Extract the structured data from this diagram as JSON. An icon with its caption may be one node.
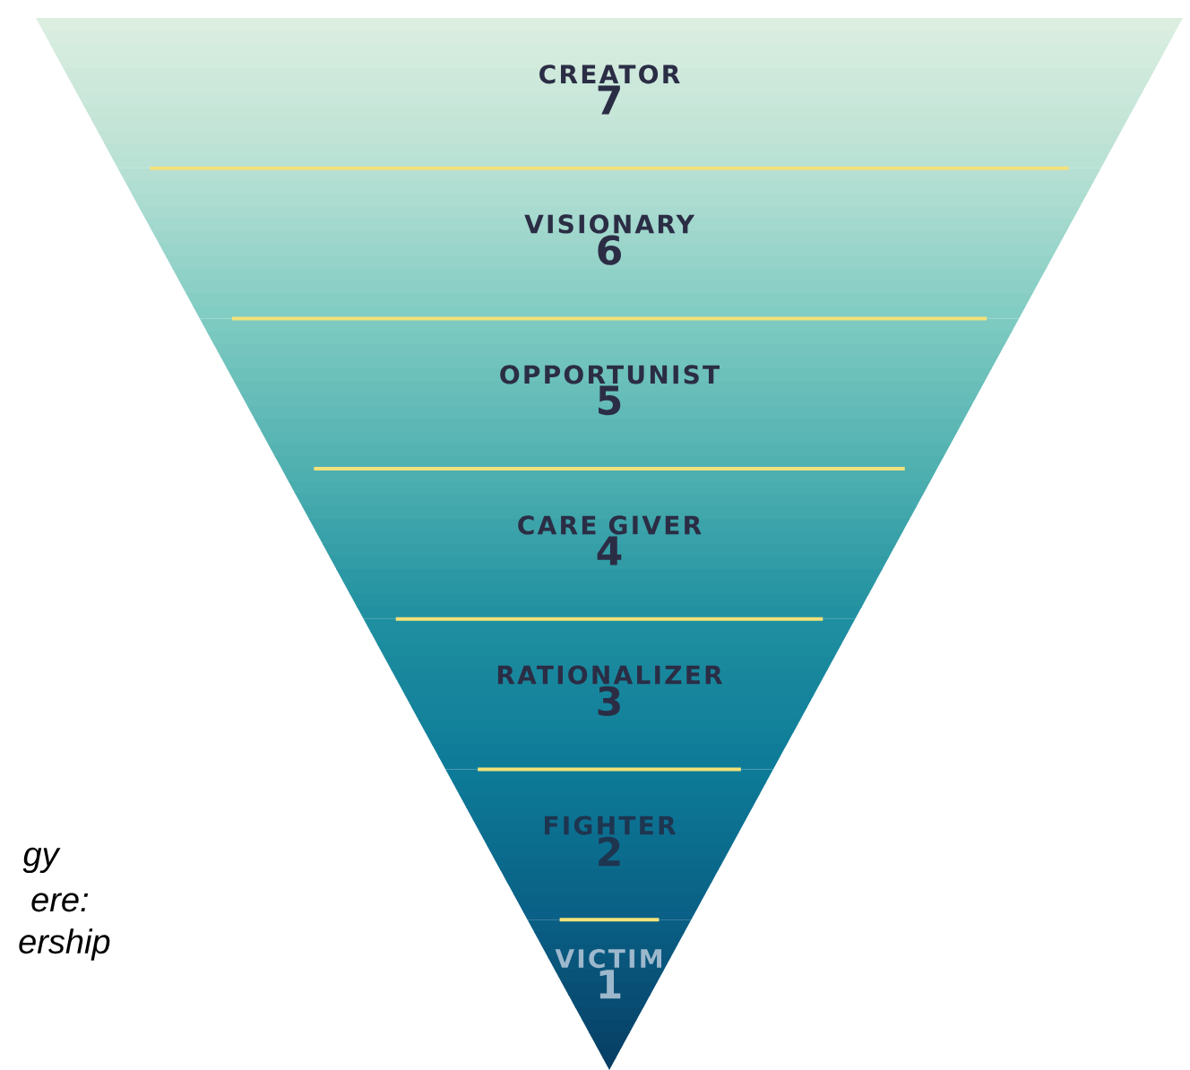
{
  "diagram": {
    "nodes": [
      {
        "text": [
          "CREATOR",
          "7"
        ]
      },
      {
        "text": [
          "VISIONARY",
          "6"
        ]
      },
      {
        "text": [
          "OPPORTUNIST",
          "5"
        ]
      },
      {
        "text": [
          "CARE GIVER",
          "4"
        ]
      },
      {
        "text": [
          "RATIONALIZER",
          "3"
        ]
      },
      {
        "text": [
          "FIGHTER",
          "2"
        ]
      },
      {
        "text": [
          "VICTIM",
          "1"
        ]
      }
    ],
    "labels": [
      "gy",
      "ere:",
      "ership"
    ]
  }
}
